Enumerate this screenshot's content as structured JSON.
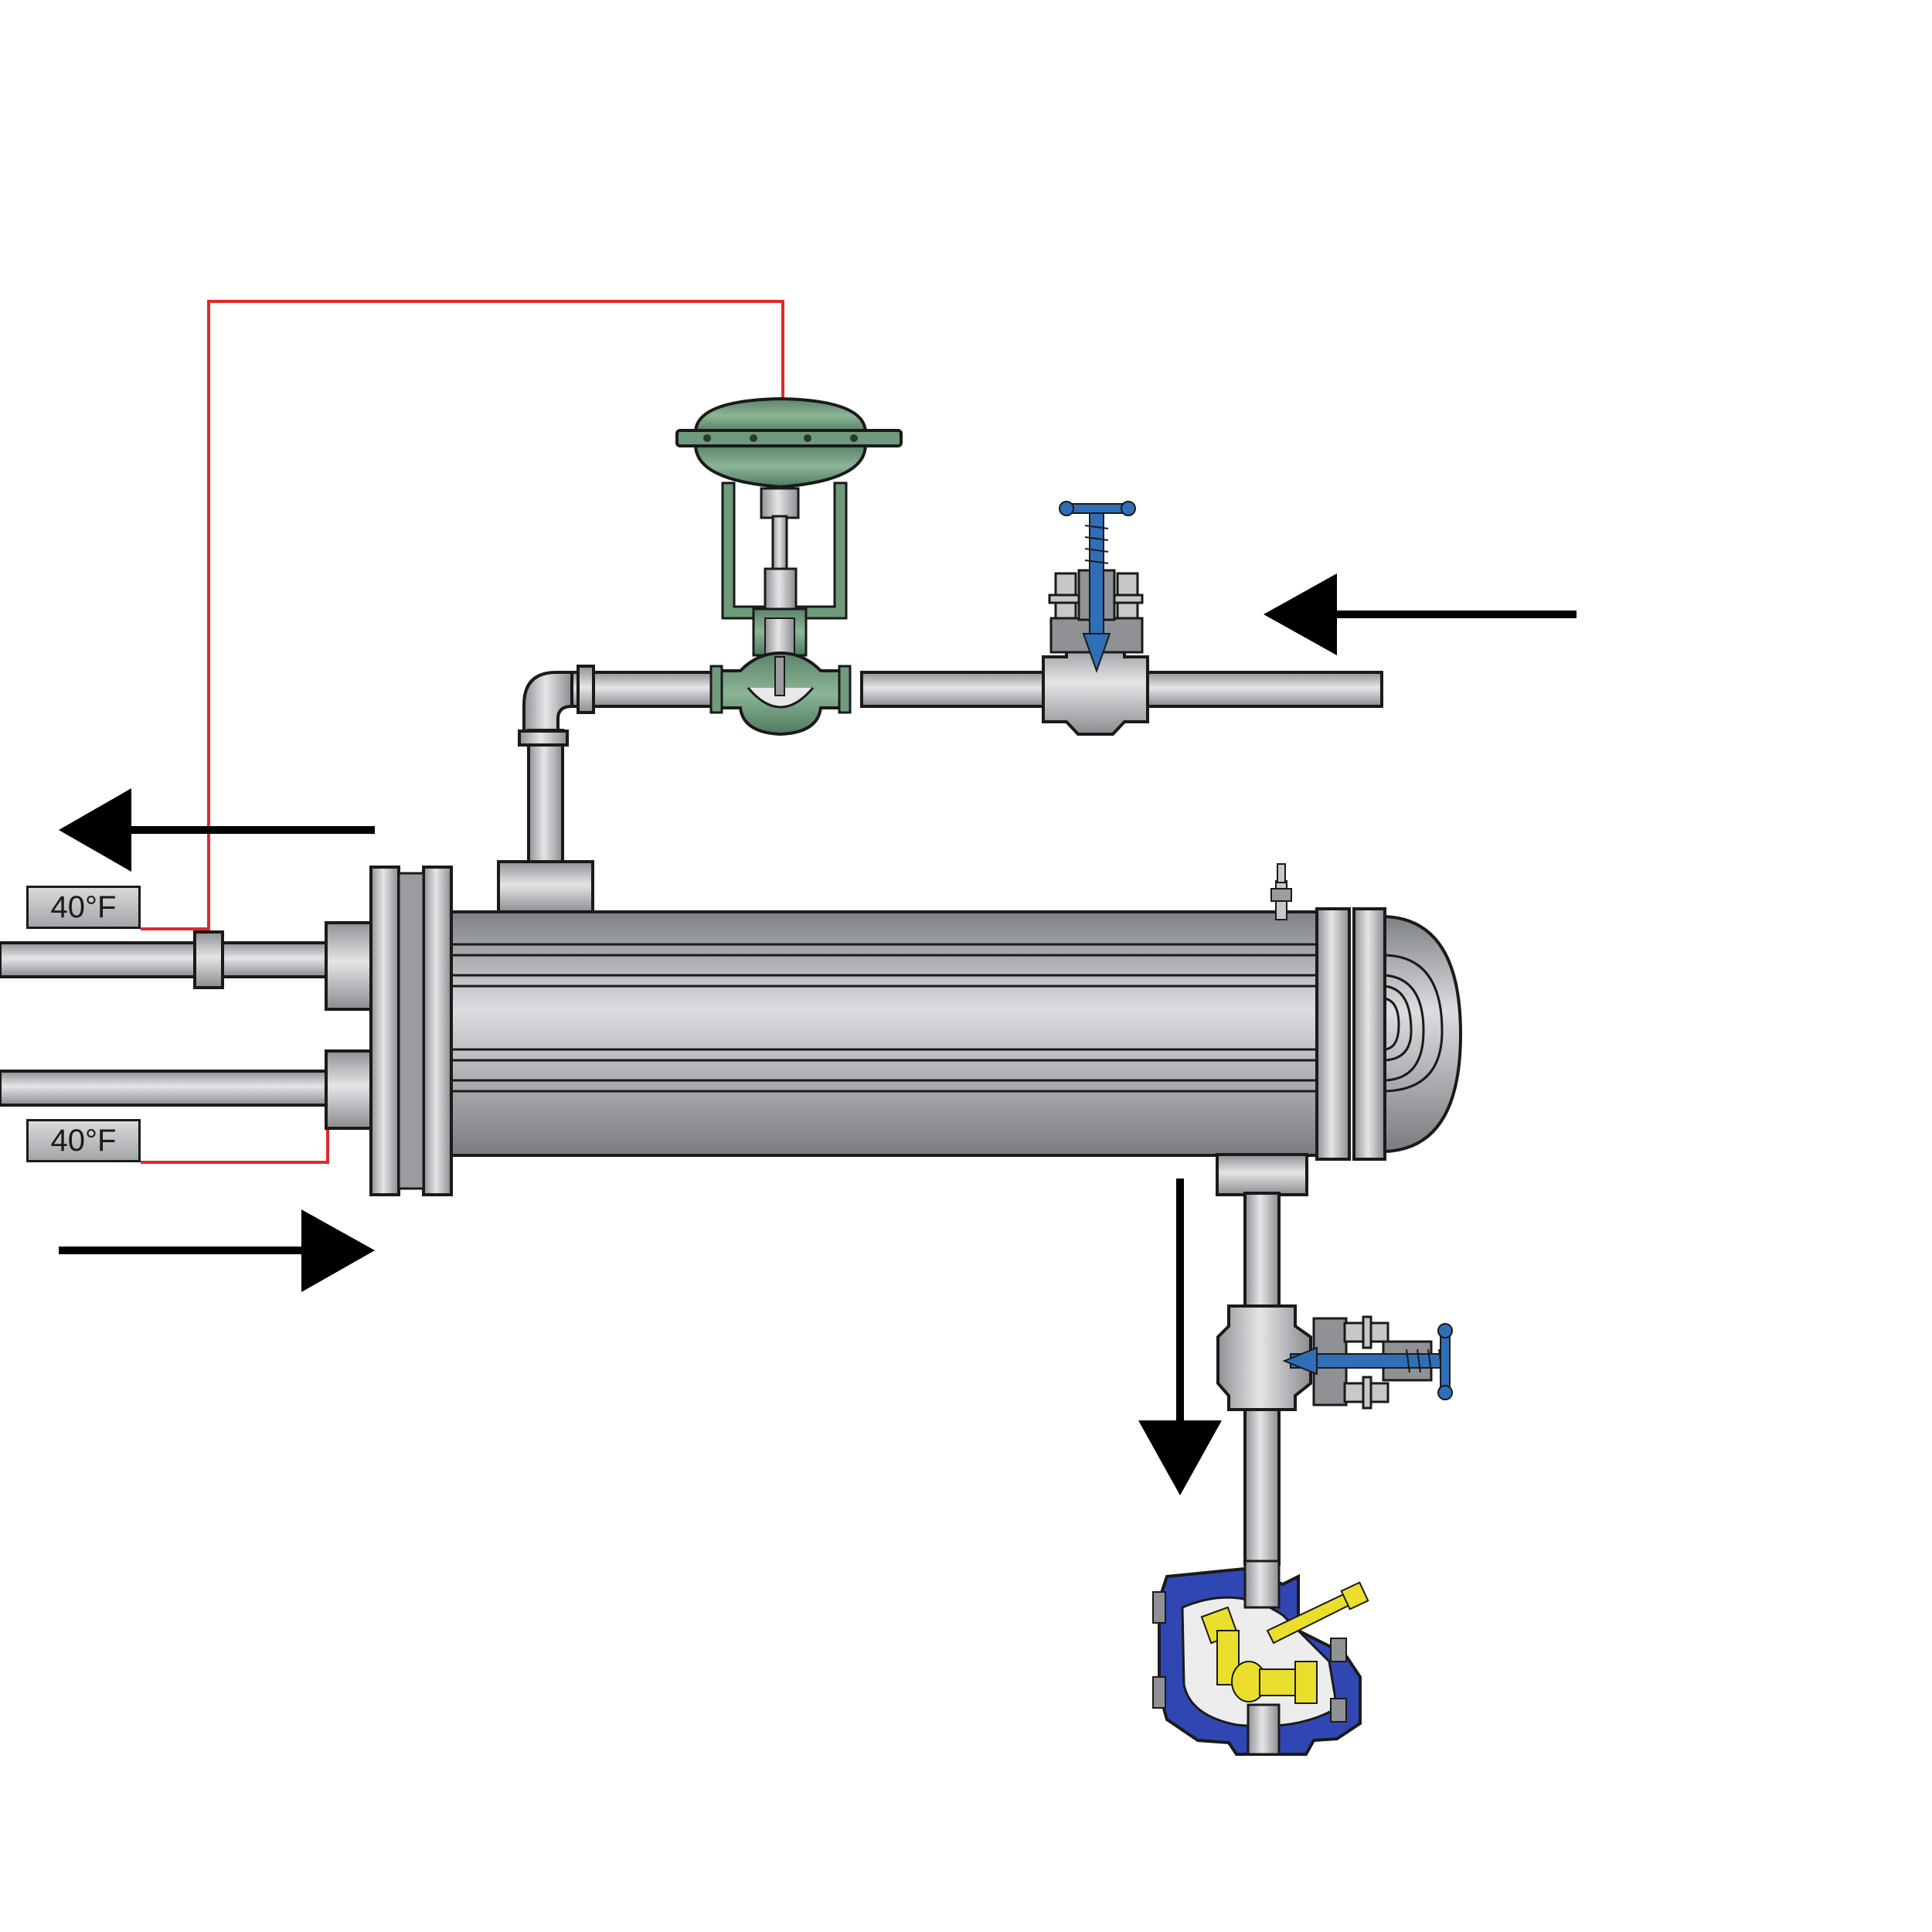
{
  "labels": {
    "temp_outlet": "40°F",
    "temp_inlet": "40°F"
  },
  "colors": {
    "pipe_fill": "#b7b9bc",
    "pipe_stroke": "#1a1a1a",
    "control_valve": "#6f9a7c",
    "handwheel": "#2f6fb8",
    "steam_trap_body": "#3047b3",
    "steam_trap_internals": "#e9df2c",
    "signal_line": "#e0282e",
    "flow_arrow": "#000000"
  },
  "components": {
    "heat_exchanger": "shell-and-tube-heat-exchanger",
    "control_valve": "pneumatic-control-valve",
    "inlet_isolation_valve": "globe-valve",
    "outlet_isolation_valve": "globe-valve",
    "steam_trap": "float-thermostatic-steam-trap",
    "temperature_sensor": "temperature-sensor"
  }
}
